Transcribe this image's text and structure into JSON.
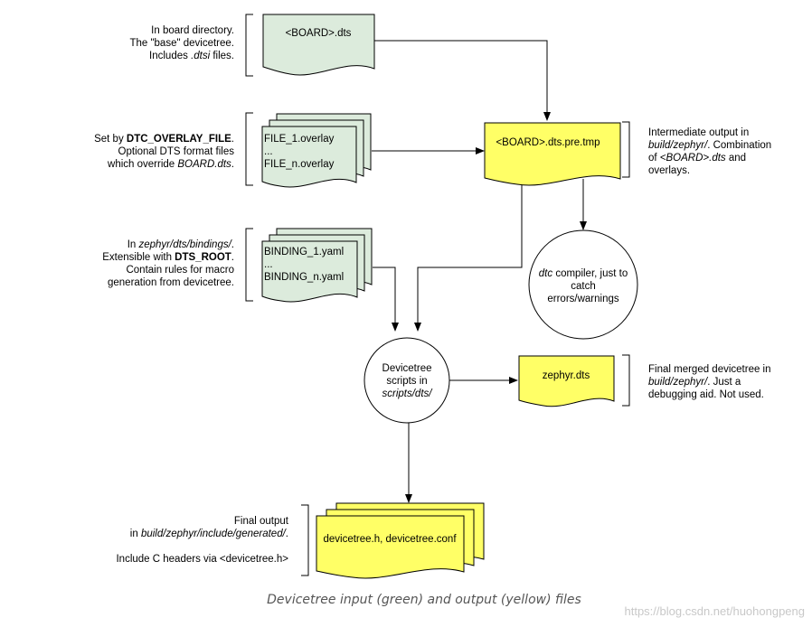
{
  "colors": {
    "green": "#dcebdc",
    "yellow": "#ffff66",
    "stroke": "#000000"
  },
  "nodes": {
    "board_dts": {
      "label": "<BOARD>.dts"
    },
    "overlay": {
      "line1": "FILE_1.overlay",
      "line2": "...",
      "line3": "FILE_n.overlay"
    },
    "bindings": {
      "line1": "BINDING_1.yaml",
      "line2": "...",
      "line3": "BINDING_n.yaml"
    },
    "pre_tmp": {
      "label": "<BOARD>.dts.pre.tmp"
    },
    "dtc": {
      "line1_em": "dtc",
      "line1_rest": " compiler, just to",
      "line2": "catch",
      "line3": "errors/warnings"
    },
    "scripts": {
      "line1": "Devicetree",
      "line2": "scripts in",
      "line3_em": "scripts/dts/"
    },
    "zephyr_dts": {
      "label": "zephyr.dts"
    },
    "headers": {
      "label": "devicetree.h, devicetree.conf"
    }
  },
  "notes": {
    "board": {
      "line1": "In board directory.",
      "line2": "The \"base\" devicetree.",
      "line3_a": "Includes ",
      "line3_em": ".dtsi",
      "line3_b": " files."
    },
    "overlay": {
      "line1_a": "Set by ",
      "line1_b": "DTC_OVERLAY_FILE",
      "line1_c": ".",
      "line2": "Optional DTS format files",
      "line3_a": "which override ",
      "line3_em": "BOARD.dts",
      "line3_b": "."
    },
    "bindings": {
      "line1_a": "In ",
      "line1_em": "zephyr/dts/bindings/",
      "line1_b": ".",
      "line2_a": "Extensible with ",
      "line2_b": "DTS_ROOT",
      "line2_c": ".",
      "line3": "Contain rules for macro",
      "line4": "generation from devicetree."
    },
    "pre_tmp": {
      "line1": "Intermediate output in",
      "line2_em": "build/zephyr/",
      "line2_b": ". Combination",
      "line3_a": "of ",
      "line3_em": "<BOARD>.dts",
      "line3_b": " and",
      "line4": "overlays."
    },
    "zephyr_dts": {
      "line1": "Final merged devicetree in",
      "line2_em": "build/zephyr/",
      "line2_b": ". Just a",
      "line3": "debugging aid. Not used."
    },
    "final": {
      "line1": "Final output",
      "line2_a": "in ",
      "line2_em": "build/zephyr/include/generated/",
      "line2_b": ".",
      "line3": "Include C headers via <devicetree.h>"
    }
  },
  "caption": "Devicetree input (green) and output (yellow) files",
  "watermark": "https://blog.csdn.net/huohongpeng"
}
